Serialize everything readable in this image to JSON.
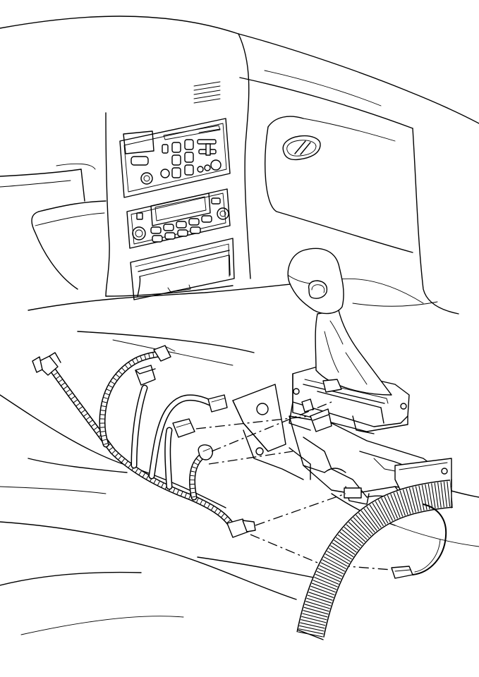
{
  "diagram": {
    "kind": "line-art-illustration",
    "components": [
      "instrument-panel",
      "hvac-control-panel",
      "radio",
      "dash-vent",
      "floor-console-bin",
      "shift-lever",
      "shift-knob",
      "shift-boot",
      "shifter-bezel",
      "shifter-base",
      "mounting-bracket",
      "wiring-harness",
      "electrical-connectors",
      "corrugated-conduit",
      "floor-pan"
    ],
    "colors": {
      "line": "#000000",
      "background": "#ffffff"
    }
  }
}
